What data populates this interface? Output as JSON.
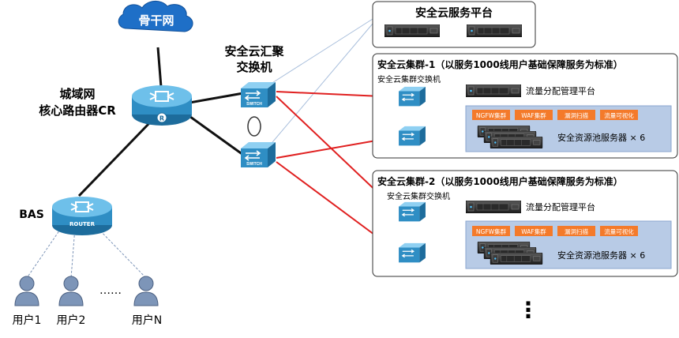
{
  "cloud": {
    "label": "骨干网"
  },
  "core_router": {
    "line1": "城域网",
    "line2": "核心路由器CR",
    "badge": "R"
  },
  "bas": {
    "label": "BAS",
    "device_text": "ROUTER"
  },
  "agg_switch": {
    "line1": "安全云汇聚",
    "line2": "交换机",
    "device_text": "SWITCH"
  },
  "users": {
    "items": [
      "用户1",
      "用户2",
      "用户N"
    ],
    "ellipsis": "……"
  },
  "platform": {
    "title": "安全云服务平台"
  },
  "cluster1": {
    "title": "安全云集群-1（以服务1000线用户基础保障服务为标准）",
    "switch_label": "安全云集群交换机",
    "mgmt_label": "流量分配管理平台",
    "chips": [
      "NGFW集群",
      "WAF集群",
      "漏洞扫描",
      "流量可视化"
    ],
    "pool_label": "安全资源池服务器 × 6"
  },
  "cluster2": {
    "title": "安全云集群-2（以服务1000线用户基础保障服务为标准）",
    "switch_label": "安全云集群交换机",
    "mgmt_label": "流量分配管理平台",
    "chips": [
      "NGFW集群",
      "WAF集群",
      "漏洞扫描",
      "流量可视化"
    ],
    "pool_label": "安全资源池服务器 × 6"
  },
  "more": {
    "dots": "⋮"
  },
  "colors": {
    "device_blue": "#2f8ec4",
    "link_red": "#e02020",
    "link_black": "#111111",
    "user_fill": "#7d95b8",
    "chip_orange": "#f47a2a",
    "pool_bg": "#b8cbe6",
    "cloud_blue": "#1e6fc7"
  }
}
